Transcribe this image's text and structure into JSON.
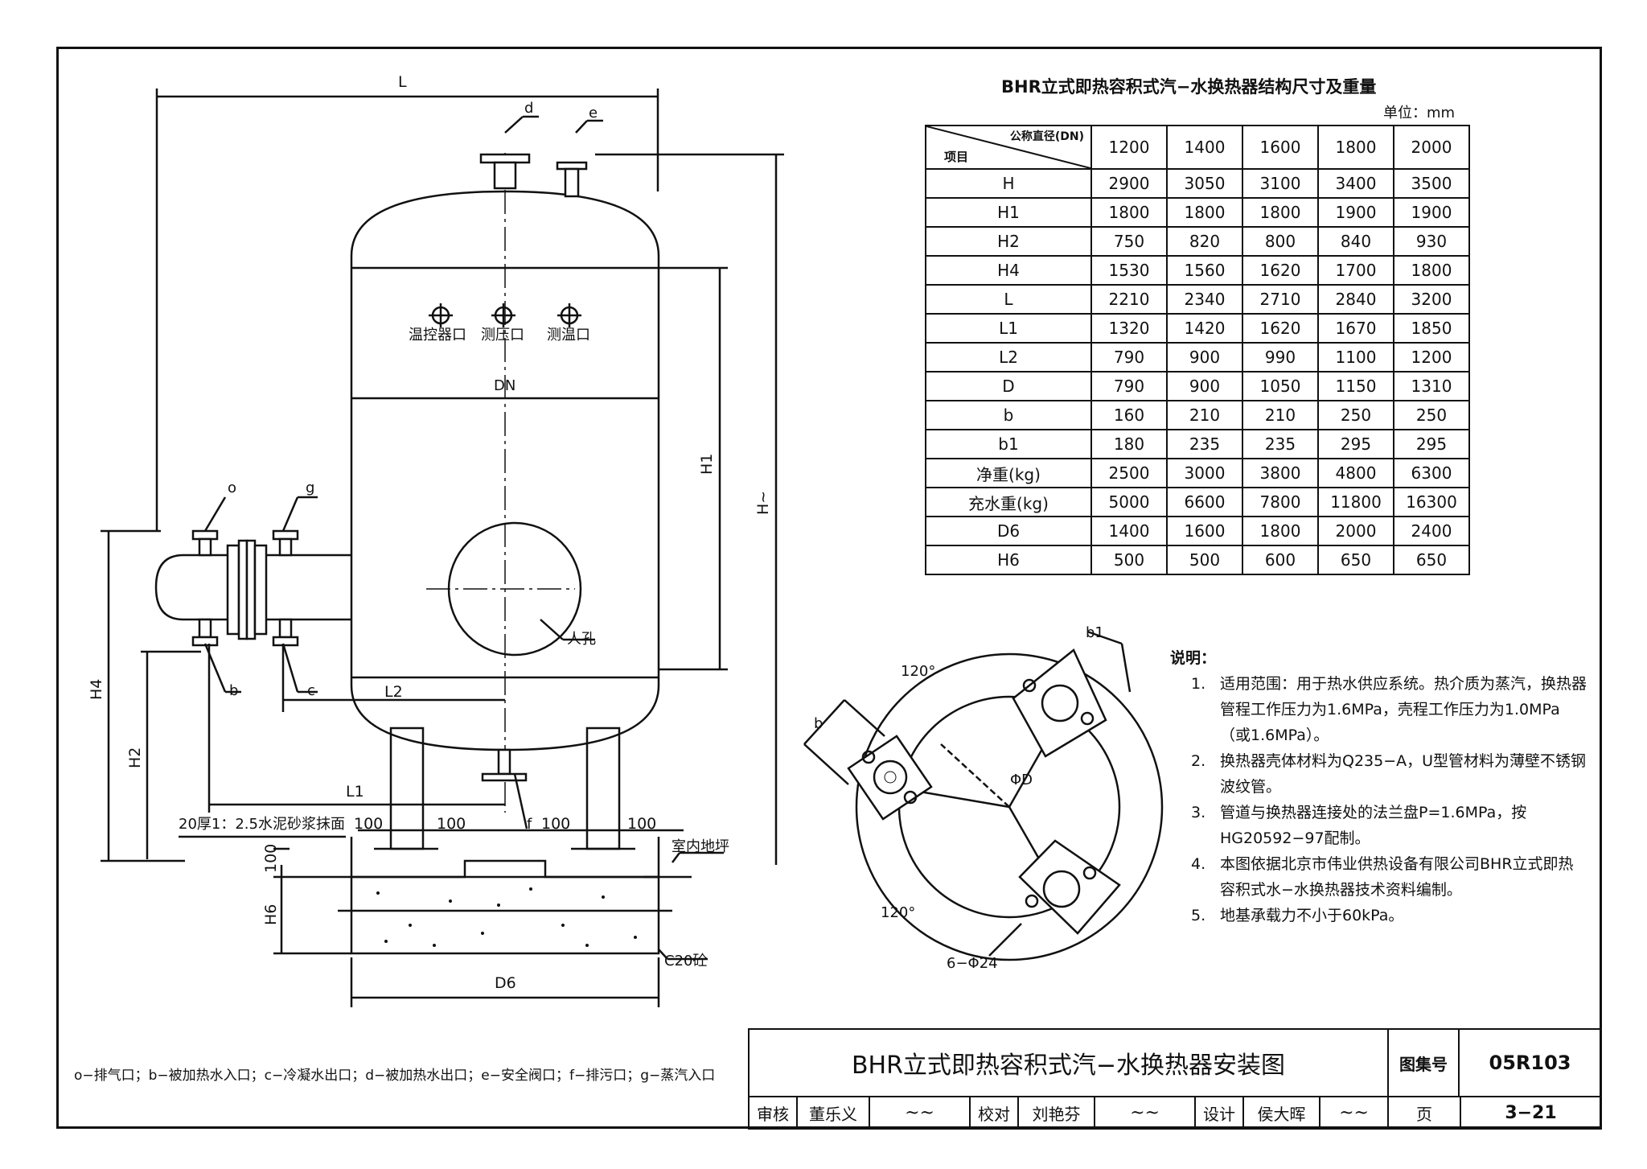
{
  "drawing_labels": {
    "L": "L",
    "d": "d",
    "e": "e",
    "dn": "DN",
    "port_temp_ctrl": "温控器口",
    "port_pressure": "测压口",
    "port_temp": "测温口",
    "o": "o",
    "g": "g",
    "b": "b",
    "c": "c",
    "f": "f",
    "manhole": "人孔",
    "L1": "L1",
    "L2": "L2",
    "H": "H~",
    "H1": "H1",
    "H2": "H2",
    "H4": "H4",
    "H6": "H6",
    "D6": "D6",
    "d100": "100",
    "mortar": "20厚1：2.5水泥砂浆抹面",
    "floor": "室内地坪",
    "concrete": "C20砼",
    "dim_b": "b",
    "dim_b1": "b1",
    "angle_120": "120°",
    "dia_D": "ΦD",
    "bolts": "6−Φ24"
  },
  "table": {
    "title": "BHR立式即热容积式汽−水换热器结构尺寸及重量",
    "unit": "单位：mm",
    "header_dn": "公称直径(DN)",
    "header_item": "项目",
    "columns": [
      "1200",
      "1400",
      "1600",
      "1800",
      "2000"
    ],
    "rows": [
      {
        "name": "H",
        "values": [
          "2900",
          "3050",
          "3100",
          "3400",
          "3500"
        ]
      },
      {
        "name": "H1",
        "values": [
          "1800",
          "1800",
          "1800",
          "1900",
          "1900"
        ]
      },
      {
        "name": "H2",
        "values": [
          "750",
          "820",
          "800",
          "840",
          "930"
        ]
      },
      {
        "name": "H4",
        "values": [
          "1530",
          "1560",
          "1620",
          "1700",
          "1800"
        ]
      },
      {
        "name": "L",
        "values": [
          "2210",
          "2340",
          "2710",
          "2840",
          "3200"
        ]
      },
      {
        "name": "L1",
        "values": [
          "1320",
          "1420",
          "1620",
          "1670",
          "1850"
        ]
      },
      {
        "name": "L2",
        "values": [
          "790",
          "900",
          "990",
          "1100",
          "1200"
        ]
      },
      {
        "name": "D",
        "values": [
          "790",
          "900",
          "1050",
          "1150",
          "1310"
        ]
      },
      {
        "name": "b",
        "values": [
          "160",
          "210",
          "210",
          "250",
          "250"
        ]
      },
      {
        "name": "b1",
        "values": [
          "180",
          "235",
          "235",
          "295",
          "295"
        ]
      },
      {
        "name": "净重(kg)",
        "values": [
          "2500",
          "3000",
          "3800",
          "4800",
          "6300"
        ]
      },
      {
        "name": "充水重(kg)",
        "values": [
          "5000",
          "6600",
          "7800",
          "11800",
          "16300"
        ]
      },
      {
        "name": "D6",
        "values": [
          "1400",
          "1600",
          "1800",
          "2000",
          "2400"
        ]
      },
      {
        "name": "H6",
        "values": [
          "500",
          "500",
          "600",
          "650",
          "650"
        ]
      }
    ]
  },
  "notes": {
    "title": "说明：",
    "items": [
      {
        "n": "1.",
        "text": "适用范围：用于热水供应系统。热介质为蒸汽，换热器管程工作压力为1.6MPa，壳程工作压力为1.0MPa（或1.6MPa）。"
      },
      {
        "n": "2.",
        "text": "换热器壳体材料为Q235−A，U型管材料为薄壁不锈钢波纹管。"
      },
      {
        "n": "3.",
        "text": "管道与换热器连接处的法兰盘P=1.6MPa，按HG20592−97配制。"
      },
      {
        "n": "4.",
        "text": "本图依据北京市伟业供热设备有限公司BHR立式即热容积式水−水换热器技术资料编制。"
      },
      {
        "n": "5.",
        "text": "地基承载力不小于60kPa。"
      }
    ]
  },
  "legend": "o−排气口；b−被加热水入口；c−冷凝水出口；d−被加热水出口；e−安全阀口；f−排污口；g−蒸汽入口",
  "title_block": {
    "title": "BHR立式即热容积式汽−水换热器安装图",
    "atlas_label": "图集号",
    "atlas_no": "05R103",
    "review_label": "审核",
    "reviewer": "董乐义",
    "check_label": "校对",
    "checker": "刘艳芬",
    "design_label": "设计",
    "designer": "侯大晖",
    "page_label": "页",
    "page_no": "3−21"
  }
}
